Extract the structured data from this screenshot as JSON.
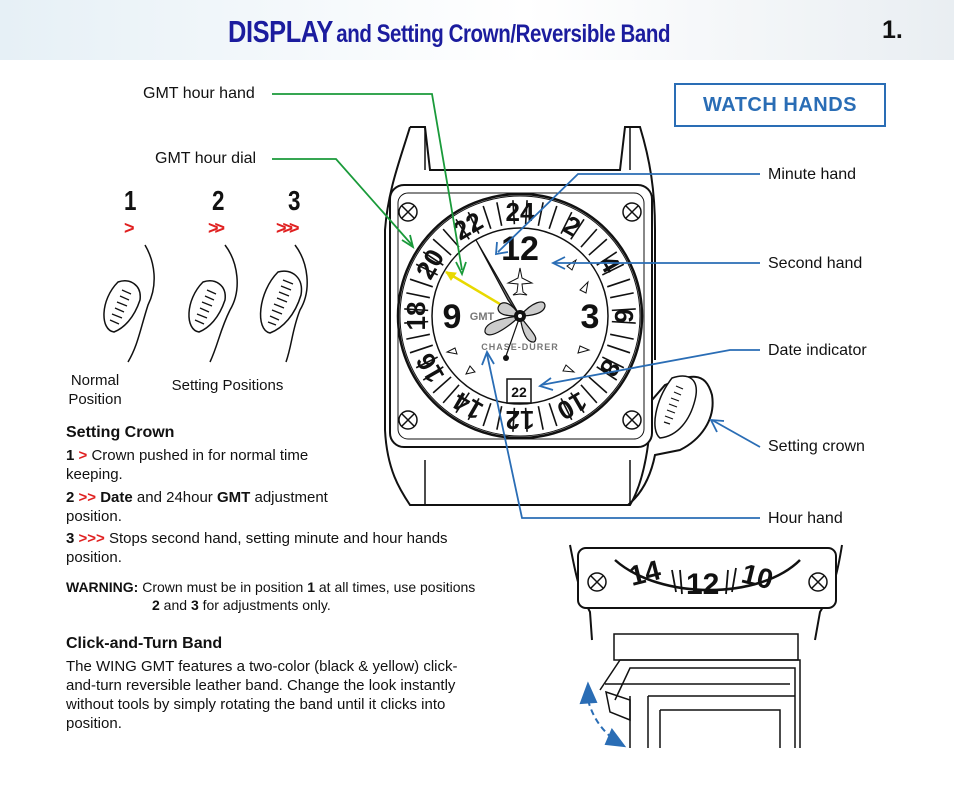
{
  "header": {
    "title_big": "DISPLAY",
    "title_rest": "and Setting Crown/Reversible Band",
    "page_number": "1."
  },
  "watch_hands_box": "WATCH HANDS",
  "callouts": {
    "gmt_hour_hand": "GMT hour hand",
    "gmt_hour_dial": "GMT hour dial",
    "minute_hand": "Minute hand",
    "second_hand": "Second hand",
    "date_indicator": "Date indicator",
    "setting_crown": "Setting crown",
    "hour_hand": "Hour hand"
  },
  "positions": {
    "numbers": [
      "1",
      "2",
      "3"
    ],
    "chevrons": [
      ">",
      ">>",
      ">>>"
    ],
    "normal_label": "Normal Position",
    "setting_label": "Setting Positions"
  },
  "setting_crown": {
    "heading": "Setting Crown",
    "items": [
      {
        "num": "1",
        "chev": ">",
        "text": "Crown pushed  in for normal time keeping."
      },
      {
        "num": "2",
        "chev": ">>",
        "bold1": "Date",
        "mid": " and 24hour ",
        "bold2": "GMT",
        "end": " adjustment position."
      },
      {
        "num": "3",
        "chev": ">>>",
        "text": "Stops second hand, setting minute and hour hands position."
      }
    ],
    "warning_label": "WARNING:",
    "warning_text_1": " Crown must be in position ",
    "warning_bold_1": "1",
    "warning_text_2": " at all times, use positions",
    "warning_bold_2": "2",
    "warning_text_3": " and ",
    "warning_bold_3": "3",
    "warning_text_4": " for adjustments only."
  },
  "band": {
    "heading": "Click-and-Turn Band",
    "text": "The WING GMT features a two-color (black & yellow) click-and-turn reversible leather band. Change the look instantly without tools by simply rotating the band until it clicks into position."
  },
  "dial": {
    "gmt_numerals": [
      "24",
      "2",
      "4",
      "6",
      "8",
      "10",
      "12",
      "14",
      "16",
      "18",
      "20",
      "22"
    ],
    "hour_numerals": [
      "12",
      "3",
      "9"
    ],
    "gmt_text": "GMT",
    "brand": "CHASE-DURER",
    "date": "22"
  },
  "colors": {
    "title": "#1b1c9e",
    "accent_blue": "#2a6db5",
    "green_line": "#1a9a3a",
    "red_chevron": "#e02020",
    "gmt_hand_yellow": "#f0e000"
  }
}
